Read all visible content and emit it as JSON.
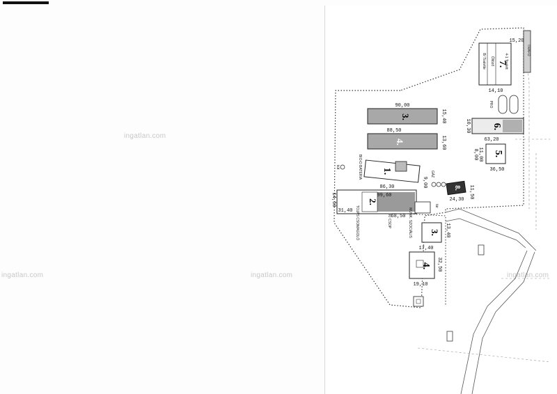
{
  "watermarks": [
    "ingatlan.com",
    "ingatlan.com",
    "ingatlan.com",
    "ingatlan.com"
  ],
  "buildings": {
    "b1": {
      "number": "1.",
      "dim_w": "86,30",
      "dim_h": "9,00",
      "label": "BIO-D BATERIA"
    },
    "b2": {
      "number": "2.",
      "dim_w": "99,60",
      "dim_w2": "31,40",
      "dim_h": "14,50",
      "label_a": "TOJÁS CSOMAGOLÓ",
      "label_b": "KI CSOP",
      "label_c": "68,50",
      "label_d": "MUNK. SZOCIÁLIS"
    },
    "b3": {
      "number": "3.",
      "dim_w": "90,00",
      "dim_h": "15,40"
    },
    "b4": {
      "number": "4.",
      "dim_w": "88,50",
      "dim_h": "13,60"
    },
    "b5": {
      "number": "5.",
      "dim_w": "36,50",
      "dim_h": "11,00"
    },
    "b6": {
      "number": "6.",
      "dim_w": "63,20",
      "dim_h": "10,30"
    },
    "b7": {
      "number": "7.",
      "dim_w": "15,20",
      "dim_h": "14,10",
      "label_a": "B/ Toalette",
      "label_b": "Öltöző",
      "label_c": "4-1 Toalett"
    },
    "b8": {
      "number": "8.",
      "dim_w": "24,30",
      "dim_h": "11,50"
    },
    "s3": {
      "number": "3.",
      "dim_w": "17,40",
      "dim_h": "13,40"
    },
    "s4": {
      "number": "4.",
      "dim_w": "19,10",
      "dim_h": "32,50"
    }
  },
  "annotations": {
    "pro": "PRO",
    "kut": "kút",
    "tar": "tár",
    "gaz": "GÁZ",
    "trafo": "TRAFO",
    "ro": "8,00"
  }
}
